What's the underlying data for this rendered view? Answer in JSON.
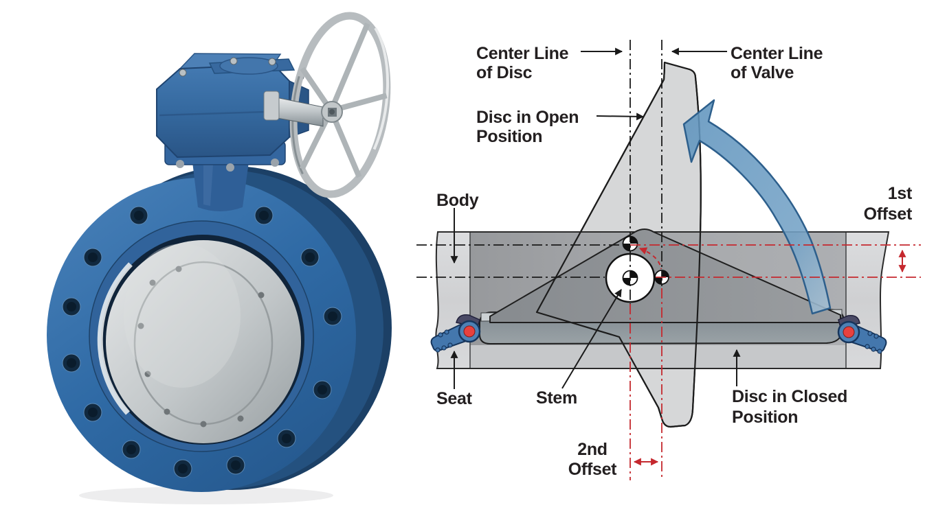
{
  "diagram": {
    "labels": {
      "center_line_disc": {
        "line1": "Center Line",
        "line2": "of Disc"
      },
      "center_line_valve": {
        "line1": "Center Line",
        "line2": "of Valve"
      },
      "disc_open": {
        "line1": "Disc in Open",
        "line2": "Position"
      },
      "body": {
        "line1": "Body"
      },
      "first_offset": {
        "line1": "1st",
        "line2": "Offset"
      },
      "seat": {
        "line1": "Seat"
      },
      "stem": {
        "line1": "Stem"
      },
      "disc_closed": {
        "line1": "Disc in Closed",
        "line2": "Position"
      },
      "second_offset": {
        "line1": "2nd",
        "line2": "Offset"
      }
    },
    "colors": {
      "label_text": "#231f20",
      "centerline_black": "#1a1a1a",
      "measure_red": "#c5282e",
      "seat_dot_red": "#e8413e",
      "seat_blue": "#4e81b5",
      "rotation_arrow_blue": "#6195bf",
      "body_gray": "#d4d5d7",
      "bore_gray": "#a3a5a8",
      "closed_disc_gray": "#8e9296",
      "open_disc_gray": "#d6d7d8"
    },
    "icons": {
      "center_mark": "center-target-icon",
      "rotation_arrow": "rotation-arrow-icon"
    }
  },
  "photo": {
    "colors": {
      "valve_blue": "#2f6aa5",
      "stainless": "#c6cacc"
    }
  }
}
